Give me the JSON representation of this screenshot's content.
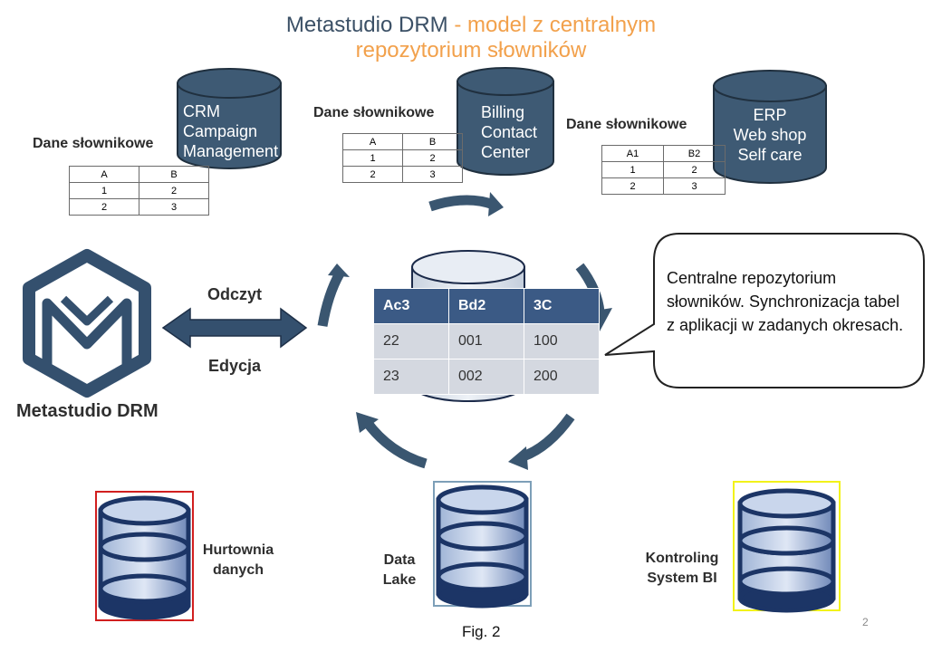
{
  "title": {
    "part1": "Metastudio DRM",
    "part2": " - model z centralnym",
    "line2": "repozytorium słowników"
  },
  "systems": [
    {
      "label": "Dane słownikowe",
      "cylinder_lines": [
        "CRM",
        "Campaign",
        "Management"
      ],
      "table": {
        "headers": [
          "A",
          "B"
        ],
        "rows": [
          [
            "1",
            "2"
          ],
          [
            "2",
            "3"
          ]
        ]
      }
    },
    {
      "label": "Dane słownikowe",
      "cylinder_lines": [
        "Billing",
        "Contact",
        "Center"
      ],
      "table": {
        "headers": [
          "A",
          "B"
        ],
        "rows": [
          [
            "1",
            "2"
          ],
          [
            "2",
            "3"
          ]
        ]
      }
    },
    {
      "label": "Dane słownikowe",
      "cylinder_lines": [
        "ERP",
        "Web shop",
        "Self care"
      ],
      "table": {
        "headers": [
          "A1",
          "B2"
        ],
        "rows": [
          [
            "1",
            "2"
          ],
          [
            "2",
            "3"
          ]
        ]
      }
    }
  ],
  "central_table": {
    "headers": [
      "Ac3",
      "Bd2",
      "3C"
    ],
    "rows": [
      [
        "22",
        "001",
        "100"
      ],
      [
        "23",
        "002",
        "200"
      ]
    ]
  },
  "callout": "Centralne repozytorium słowników. Synchronizacja tabel z aplikacji w zadanych okresach.",
  "arrow_labels": {
    "read": "Odczyt",
    "edit": "Edycja"
  },
  "logo_label": "Metastudio DRM",
  "databases": [
    {
      "label_lines": [
        "Hurtownia",
        "danych"
      ],
      "frame_color": "#d11f1f"
    },
    {
      "label_lines": [
        "Data",
        "Lake"
      ],
      "frame_color": "#7d9fb8"
    },
    {
      "label_lines": [
        "Kontroling",
        "System BI"
      ],
      "frame_color": "#f2f21a"
    }
  ],
  "caption": "Fig. 2",
  "page_number": "2",
  "colors": {
    "dark_cylinder": "#3e5a74",
    "navy": "#2f4a6b",
    "orange": "#f2a14c",
    "db_dark": "#1c3566"
  }
}
